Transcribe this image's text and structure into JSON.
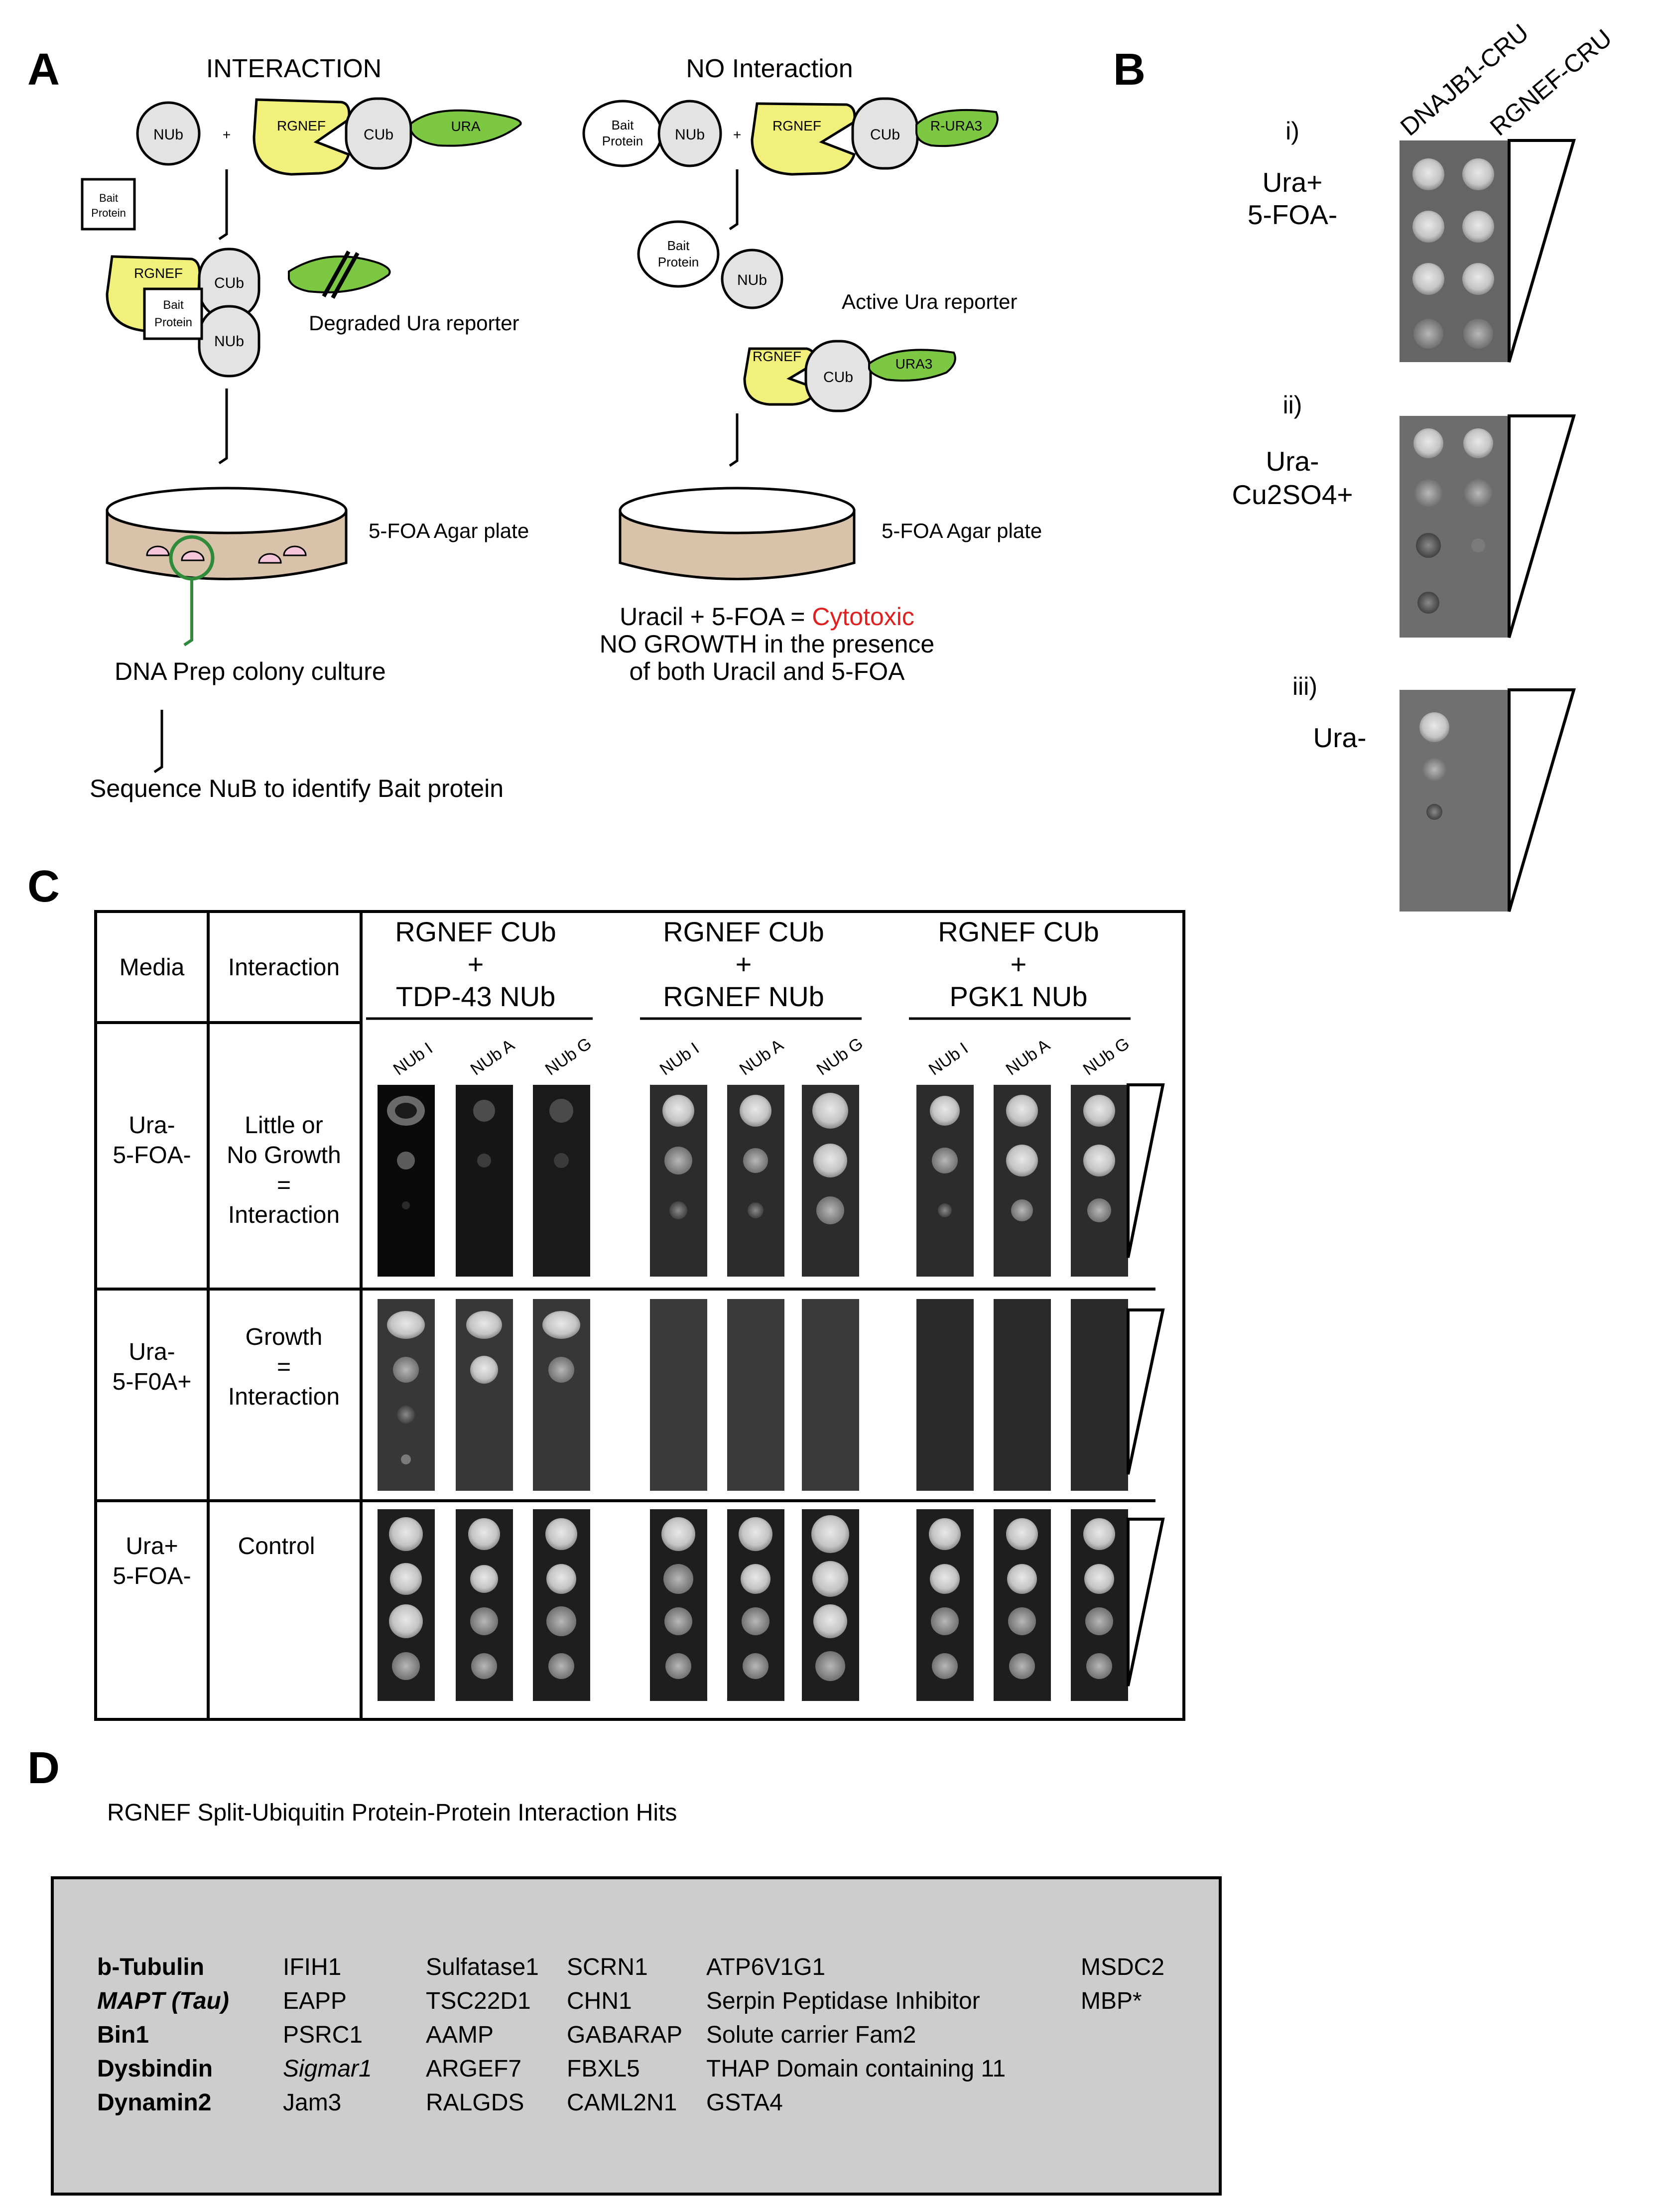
{
  "panel_letters": [
    "A",
    "B",
    "C",
    "D"
  ],
  "panel_a": {
    "left": {
      "title": "INTERACTION",
      "nub": "NUb",
      "plus": "+",
      "rgnef": "RGNEF",
      "cub": "CUb",
      "ura": "URA",
      "bait_line1": "Bait",
      "bait_line2": "Protein",
      "degraded": "Degraded Ura reporter",
      "plate": "5-FOA Agar plate",
      "dna_prep": "DNA Prep colony culture",
      "sequence": "Sequence NuB to identify Bait protein"
    },
    "right": {
      "title": "NO Interaction",
      "bait_line1": "Bait",
      "bait_line2": "Protein",
      "nub": "NUb",
      "plus": "+",
      "rgnef": "RGNEF",
      "cub": "CUb",
      "r_ura3": "R-URA3",
      "active": "Active Ura reporter",
      "ura3": "URA3",
      "plate": "5-FOA Agar plate",
      "result_prefix": "Uracil + 5-FOA = ",
      "result_red": "Cytotoxic",
      "result_line2": "NO GROWTH in the presence",
      "result_line3": "of both Uracil and 5-FOA"
    }
  },
  "panel_b": {
    "col1": "DNAJB1-CRU",
    "col2": "RGNEF-CRU",
    "rows": [
      {
        "num": "i)",
        "line1": "Ura+",
        "line2": "5-FOA-"
      },
      {
        "num": "ii)",
        "line1": "Ura-",
        "line2": "Cu2SO4+"
      },
      {
        "num": "iii)",
        "line1": "Ura-",
        "line2": ""
      }
    ]
  },
  "panel_c": {
    "head_media": "Media",
    "head_interaction": "Interaction",
    "groups": [
      {
        "line1": "RGNEF CUb",
        "line2": "+",
        "line3": "TDP-43 NUb"
      },
      {
        "line1": "RGNEF CUb",
        "line2": "+",
        "line3": "RGNEF NUb"
      },
      {
        "line1": "RGNEF CUb",
        "line2": "+",
        "line3": "PGK1 NUb"
      }
    ],
    "lanes": [
      "NUb I",
      "NUb A",
      "NUb G"
    ],
    "rows": [
      {
        "media1": "Ura-",
        "media2": "5-FOA-",
        "int1": "Little or",
        "int2": "No Growth",
        "int3": "=",
        "int4": "Interaction"
      },
      {
        "media1": "Ura-",
        "media2": "5-F0A+",
        "int1": "Growth",
        "int2": "=",
        "int3": "Interaction",
        "int4": ""
      },
      {
        "media1": "Ura+",
        "media2": "5-FOA-",
        "int1": "Control",
        "int2": "",
        "int3": "",
        "int4": ""
      }
    ]
  },
  "panel_d": {
    "title": "RGNEF Split-Ubiquitin Protein-Protein Interaction Hits",
    "col1": [
      "b-Tubulin",
      "MAPT (Tau)",
      "Bin1",
      "Dysbindin",
      "Dynamin2"
    ],
    "col2": [
      "IFIH1",
      "EAPP",
      "PSRC1",
      "Sigmar1",
      "Jam3"
    ],
    "col3": [
      "Sulfatase1",
      "TSC22D1",
      "AAMP",
      "ARGEF7",
      "RALGDS"
    ],
    "col4": [
      "SCRN1",
      "CHN1",
      "GABARAP",
      "FBXL5",
      "CAML2N1"
    ],
    "col5": [
      "ATP6V1G1",
      "Serpin Peptidase Inhibitor",
      "Solute carrier Fam2",
      "THAP Domain containing 11",
      "GSTA4"
    ],
    "col6": [
      "MSDC2",
      "MBP*"
    ]
  },
  "colors": {
    "rgnef_yellow": "#f0f07a",
    "ura_green": "#7cc843",
    "ub_grey": "#e3e3e3",
    "plate_brown": "#d8c3aa",
    "colony_pink": "#f5c6d9",
    "circle_green": "#2f8a3a",
    "cytotoxic_red": "#e02020",
    "hits_box": "#cdcdcd"
  }
}
